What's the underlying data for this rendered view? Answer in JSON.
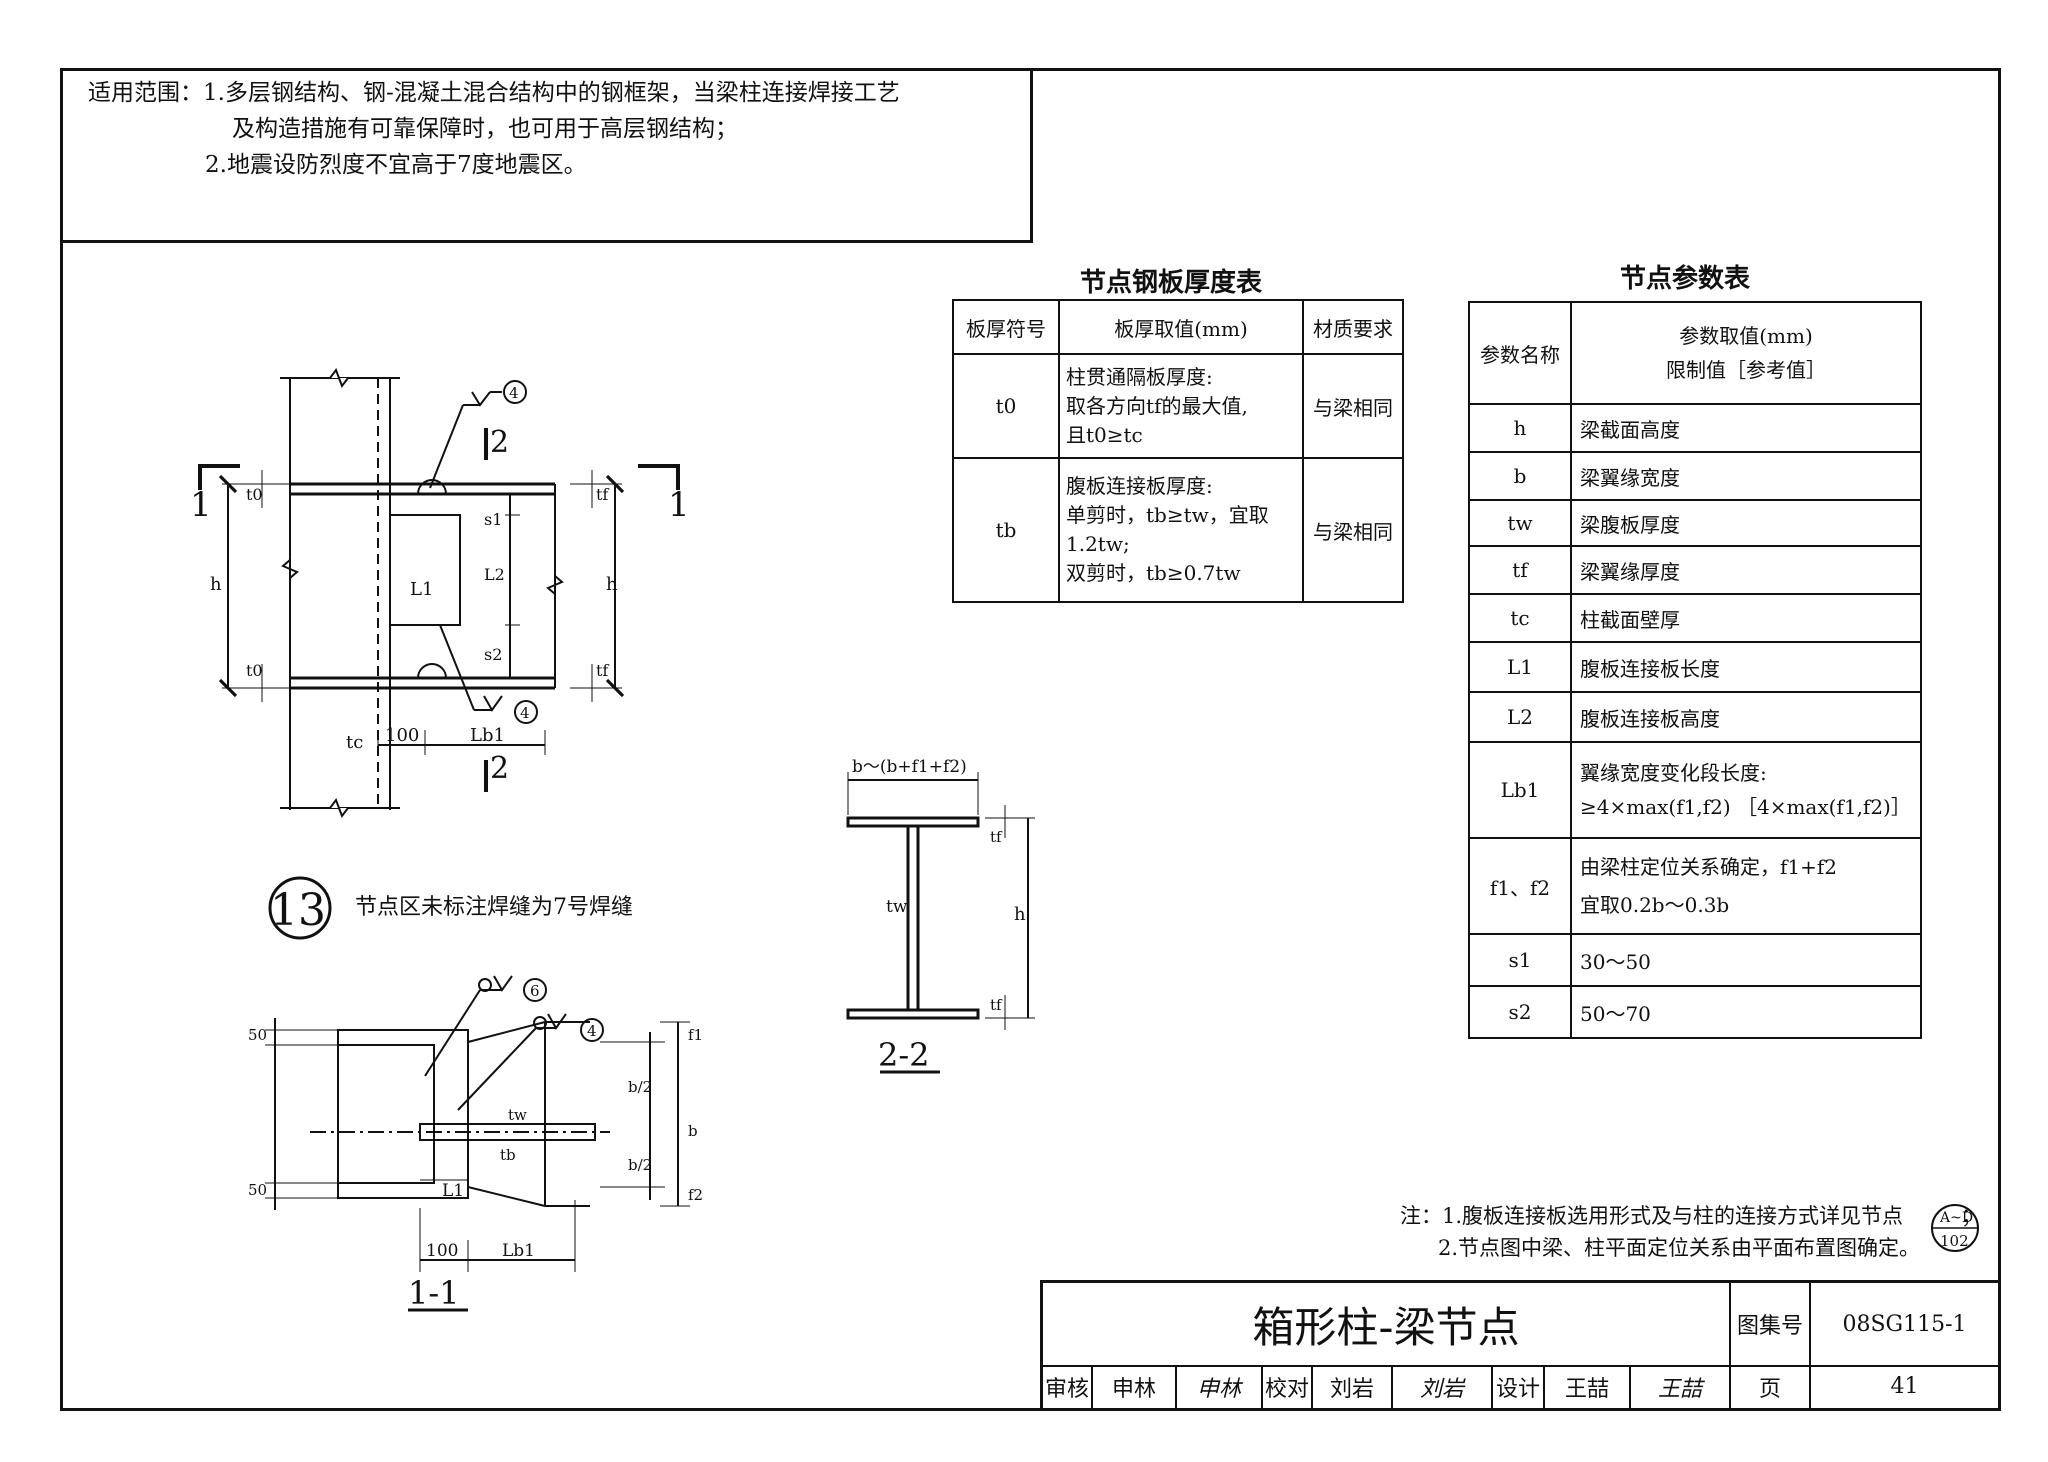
{
  "scope": {
    "line1": "适用范围：1.多层钢结构、钢-混凝土混合结构中的钢框架，当梁柱连接焊接工艺",
    "line2": "及构造措施有可靠保障时，也可用于高层钢结构；",
    "line3": "2.地震设防烈度不宜高于7度地震区。"
  },
  "plate_table": {
    "title": "节点钢板厚度表",
    "headers": [
      "板厚符号",
      "板厚取值(mm)",
      "材质要求"
    ],
    "rows": [
      {
        "symbol": "t0",
        "value": [
          "柱贯通隔板厚度:",
          "取各方向tf的最大值,",
          "且t0≥tc"
        ],
        "material": "与梁相同"
      },
      {
        "symbol": "tb",
        "value": [
          "腹板连接板厚度:",
          "单剪时，tb≥tw，宜取",
          "1.2tw;",
          "双剪时，tb≥0.7tw"
        ],
        "material": "与梁相同"
      }
    ]
  },
  "param_table": {
    "title": "节点参数表",
    "header_name": "参数名称",
    "header_value_1": "参数取值(mm)",
    "header_value_2": "限制值［参考值］",
    "rows": [
      {
        "name": "h",
        "value": [
          "梁截面高度"
        ]
      },
      {
        "name": "b",
        "value": [
          "梁翼缘宽度"
        ]
      },
      {
        "name": "tw",
        "value": [
          "梁腹板厚度"
        ]
      },
      {
        "name": "tf",
        "value": [
          "梁翼缘厚度"
        ]
      },
      {
        "name": "tc",
        "value": [
          "柱截面壁厚"
        ]
      },
      {
        "name": "L1",
        "value": [
          "腹板连接板长度"
        ]
      },
      {
        "name": "L2",
        "value": [
          "腹板连接板高度"
        ]
      },
      {
        "name": "Lb1",
        "value": [
          "翼缘宽度变化段长度:",
          "≥4×max(f1,f2) ［4×max(f1,f2)］"
        ]
      },
      {
        "name": "f1、f2",
        "value": [
          "由梁柱定位关系确定，f1+f2",
          "宜取0.2b～0.3b"
        ]
      },
      {
        "name": "s1",
        "value": [
          "30～50"
        ]
      },
      {
        "name": "s2",
        "value": [
          "50～70"
        ]
      }
    ]
  },
  "drawing": {
    "detail_number": "13",
    "detail_note": "节点区未标注焊缝为7号焊缝",
    "weld_4": "4",
    "weld_6": "6",
    "section_11": "1-1",
    "section_22": "2-2",
    "cut_1": "1",
    "cut_2": "2",
    "lbl_h": "h",
    "lbl_t0": "t0",
    "lbl_tf": "tf",
    "lbl_s1": "s1",
    "lbl_s2": "s2",
    "lbl_L1": "L1",
    "lbl_L2": "L2",
    "lbl_tc": "tc",
    "lbl_100": "100",
    "lbl_Lb1": "Lb1",
    "lbl_tw": "tw",
    "lbl_tb": "tb",
    "lbl_b": "b",
    "lbl_b2": "b/2",
    "lbl_f1": "f1",
    "lbl_f2": "f2",
    "lbl_50": "50",
    "lbl_bw": "b～(b+f1+f2)"
  },
  "notes": {
    "line1": "注：1.腹板连接板选用形式及与柱的连接方式详见节点",
    "ref_top": "A~D",
    "ref_bottom": "102",
    "line1_end": "；",
    "line2": "2.节点图中梁、柱平面定位关系由平面布置图确定。"
  },
  "title_block": {
    "title": "箱形柱-梁节点",
    "atlas_label": "图集号",
    "atlas_no": "08SG115-1",
    "review_label": "审核",
    "reviewer": "申林",
    "check_label": "校对",
    "checker": "刘岩",
    "design_label": "设计",
    "designer": "王喆",
    "page_label": "页",
    "page_no": "41"
  }
}
